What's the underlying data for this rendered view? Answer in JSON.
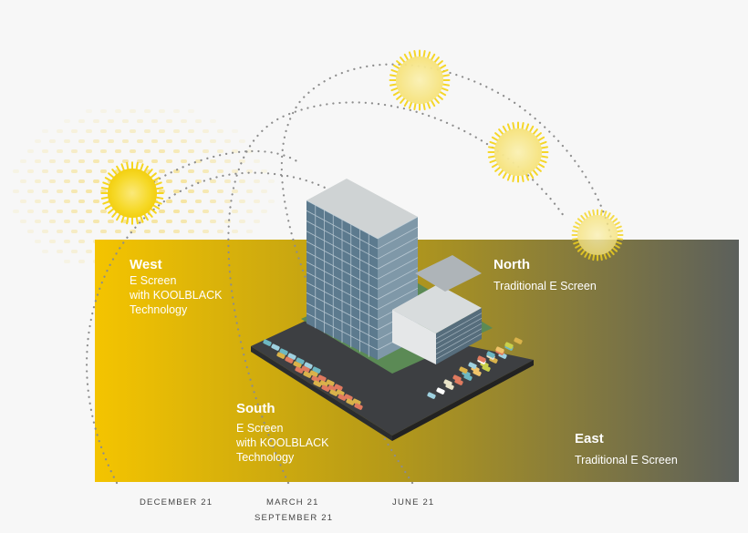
{
  "labels": {
    "west": {
      "title": "West",
      "desc": "E Screen\nwith KOOLBLACK\nTechnology"
    },
    "north": {
      "title": "North",
      "desc": "Traditional E Screen"
    },
    "south": {
      "title": "South",
      "desc": "E Screen\nwith KOOLBLACK\nTechnology"
    },
    "east": {
      "title": "East",
      "desc": "Traditional E Screen"
    }
  },
  "dates": {
    "december": "DECEMBER 21",
    "march": "MARCH 21",
    "september": "SEPTEMBER 21",
    "june": "JUNE 21"
  },
  "colors": {
    "panel_start": "#f4c400",
    "panel_mid": "#9c8521",
    "panel_end": "#5f625e",
    "sun": "#f7dd3a",
    "sun_pale": "#f8e890",
    "path_dots": "#8d8d8d"
  },
  "icons": [
    "sun-icon",
    "building-icon",
    "parking-lot-icon",
    "car-icon"
  ]
}
